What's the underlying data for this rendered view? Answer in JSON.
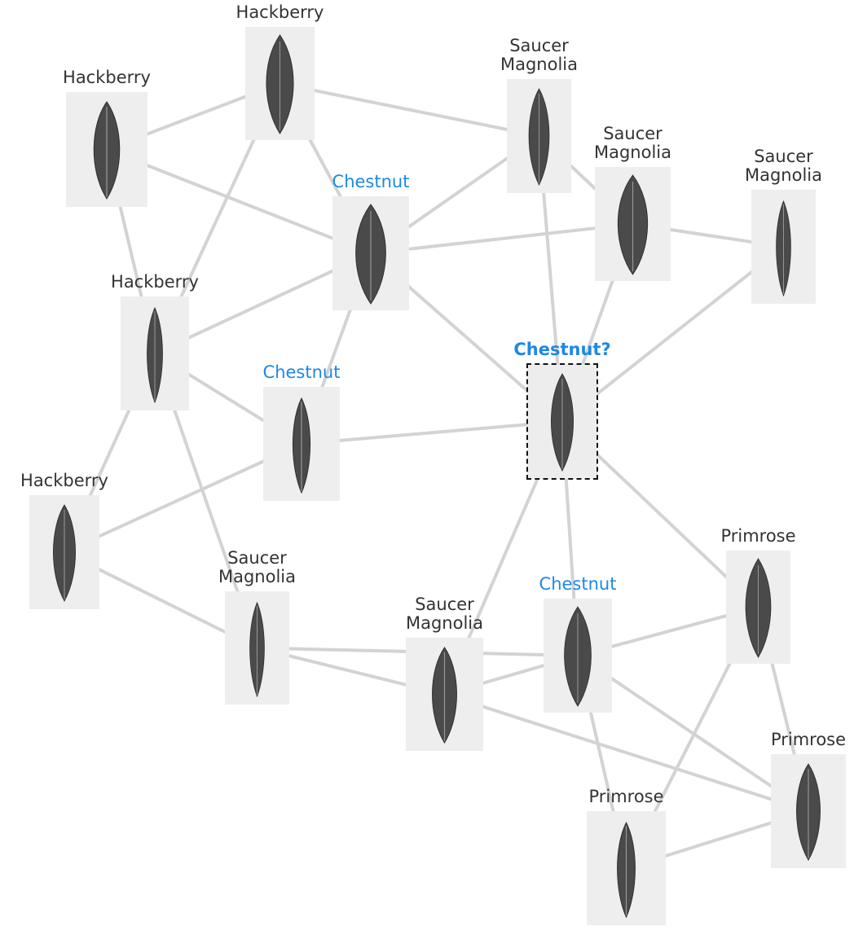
{
  "colors": {
    "edge": "#d3d3d3",
    "label_default": "#333333",
    "label_accent": "#1e88e5",
    "card_background": "#eeeeee",
    "leaf_dark": "#4a4a4a"
  },
  "nodes": [
    {
      "id": "n1",
      "label": "Hackberry",
      "class": "known"
    },
    {
      "id": "n2",
      "label": "Hackberry",
      "class": "known"
    },
    {
      "id": "n3",
      "label": "Hackberry",
      "class": "known"
    },
    {
      "id": "n4",
      "label": "Hackberry",
      "class": "known"
    },
    {
      "id": "n5",
      "label": "Chestnut",
      "class": "accent"
    },
    {
      "id": "n6",
      "label": "Chestnut",
      "class": "accent"
    },
    {
      "id": "n7",
      "label": "Saucer\nMagnolia",
      "class": "known"
    },
    {
      "id": "n8",
      "label": "Saucer\nMagnolia",
      "class": "known"
    },
    {
      "id": "n9",
      "label": "Saucer\nMagnolia",
      "class": "known"
    },
    {
      "id": "n10",
      "label": "Chestnut?",
      "class": "query"
    },
    {
      "id": "n11",
      "label": "Primrose",
      "class": "known"
    },
    {
      "id": "n12",
      "label": "Saucer\nMagnolia",
      "class": "known"
    },
    {
      "id": "n13",
      "label": "Saucer\nMagnolia",
      "class": "known"
    },
    {
      "id": "n14",
      "label": "Chestnut",
      "class": "accent"
    },
    {
      "id": "n15",
      "label": "Primrose",
      "class": "known"
    },
    {
      "id": "n16",
      "label": "Primrose",
      "class": "known"
    }
  ],
  "edges": [
    [
      "n1",
      "n2"
    ],
    [
      "n1",
      "n5"
    ],
    [
      "n1",
      "n3"
    ],
    [
      "n2",
      "n7"
    ],
    [
      "n2",
      "n3"
    ],
    [
      "n2",
      "n5"
    ],
    [
      "n3",
      "n5"
    ],
    [
      "n3",
      "n6"
    ],
    [
      "n3",
      "n4"
    ],
    [
      "n3",
      "n12"
    ],
    [
      "n5",
      "n7"
    ],
    [
      "n5",
      "n8"
    ],
    [
      "n5",
      "n6"
    ],
    [
      "n5",
      "n10"
    ],
    [
      "n7",
      "n8"
    ],
    [
      "n7",
      "n10"
    ],
    [
      "n8",
      "n9"
    ],
    [
      "n8",
      "n10"
    ],
    [
      "n9",
      "n10"
    ],
    [
      "n6",
      "n10"
    ],
    [
      "n6",
      "n4"
    ],
    [
      "n4",
      "n12"
    ],
    [
      "n10",
      "n13"
    ],
    [
      "n10",
      "n14"
    ],
    [
      "n10",
      "n11"
    ],
    [
      "n12",
      "n13"
    ],
    [
      "n12",
      "n14"
    ],
    [
      "n13",
      "n14"
    ],
    [
      "n13",
      "n16"
    ],
    [
      "n14",
      "n11"
    ],
    [
      "n14",
      "n15"
    ],
    [
      "n14",
      "n16"
    ],
    [
      "n11",
      "n15"
    ],
    [
      "n11",
      "n16"
    ],
    [
      "n15",
      "n16"
    ]
  ]
}
